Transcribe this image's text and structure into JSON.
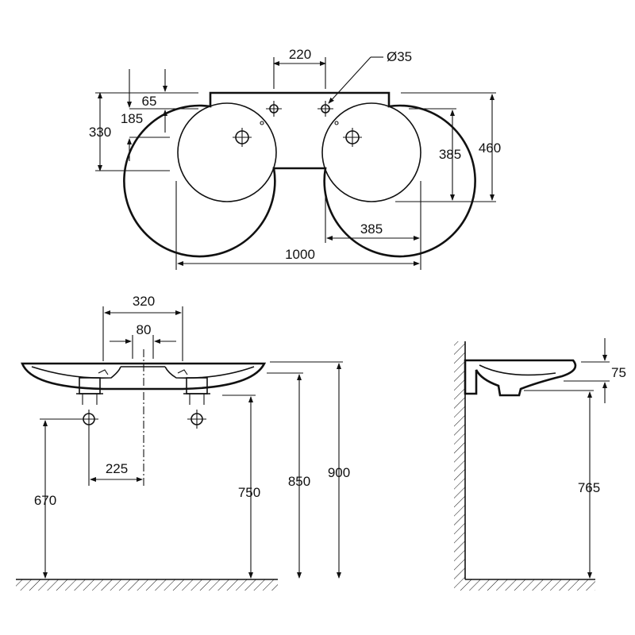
{
  "top_view": {
    "center_distance": "220",
    "hole_diameter": "Ø35",
    "offset_65": "65",
    "offset_185": "185",
    "offset_330": "330",
    "bowl_width": "385",
    "depth_460": "460",
    "bowl_offset": "385",
    "overall_width": "1000"
  },
  "front_view": {
    "width_320": "320",
    "width_80": "80",
    "offset_225": "225",
    "height_670": "670",
    "height_750": "750",
    "height_850": "850",
    "height_900": "900"
  },
  "side_view": {
    "thickness_75": "75",
    "height_765": "765"
  }
}
